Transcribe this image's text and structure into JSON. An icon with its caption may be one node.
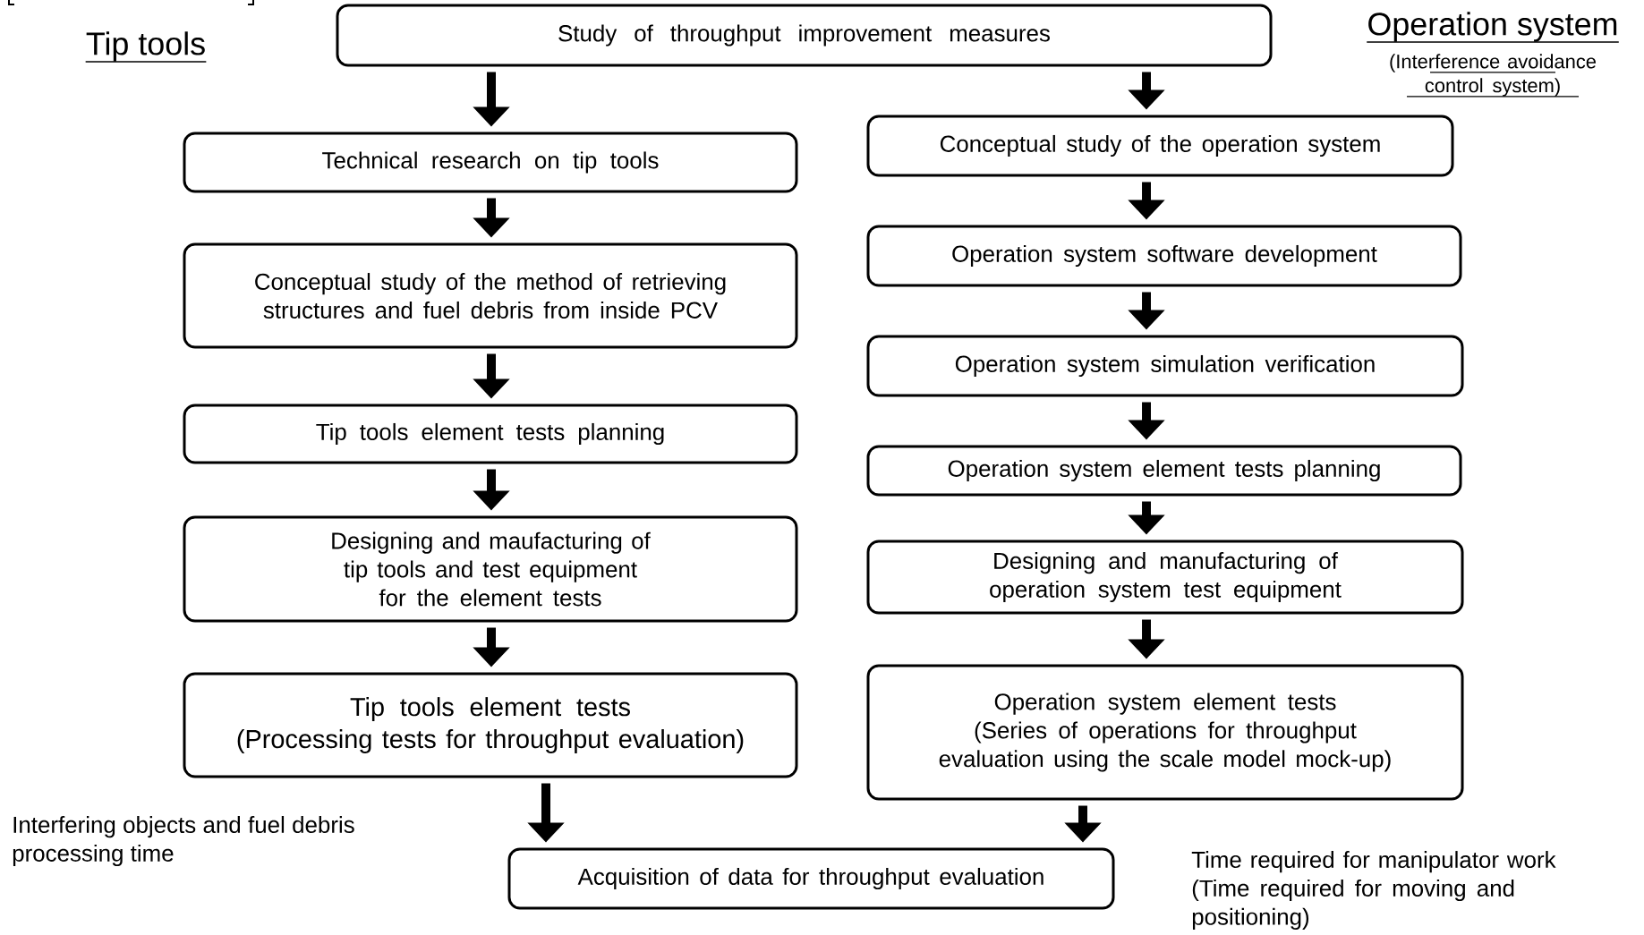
{
  "diagram": {
    "nodes": [
      {
        "text": [
          "Study of throughput improvement measures"
        ]
      },
      {
        "text": [
          "Technical research on tip tools"
        ]
      },
      {
        "text": [
          "Conceptual study of the method of retrieving structures and fuel debris from inside PCV"
        ]
      },
      {
        "text": [
          "Tip tools element tests planning"
        ]
      },
      {
        "text": [
          "Designing and maufacturing of tip tools and test equipment for the element tests"
        ]
      },
      {
        "text": [
          "Tip tools element tests",
          "(Processing tests for throughput evaluation)"
        ]
      },
      {
        "text": [
          "Conceptual study of the operation system"
        ]
      },
      {
        "text": [
          "Operation system software development"
        ]
      },
      {
        "text": [
          "Operation system simulation verification"
        ]
      },
      {
        "text": [
          "Operation system element tests planning"
        ]
      },
      {
        "text": [
          "Designing and manufacturing of operation system test equipment"
        ]
      },
      {
        "text": [
          "Operation system element tests",
          "(Series of operations for throughput evaluation using the scale model mock-up)"
        ]
      },
      {
        "text": [
          "Acquisition of data for throughput evaluation"
        ]
      }
    ],
    "edges": [
      {
        "from": 0,
        "to": 1,
        "arrow": "to"
      },
      {
        "from": 1,
        "to": 2,
        "arrow": "to"
      },
      {
        "from": 2,
        "to": 3,
        "arrow": "to"
      },
      {
        "from": 3,
        "to": 4,
        "arrow": "to"
      },
      {
        "from": 4,
        "to": 5,
        "arrow": "to"
      },
      {
        "from": 5,
        "to": 12,
        "arrow": "to"
      },
      {
        "from": 0,
        "to": 6,
        "arrow": "to"
      },
      {
        "from": 6,
        "to": 7,
        "arrow": "to"
      },
      {
        "from": 7,
        "to": 8,
        "arrow": "to"
      },
      {
        "from": 8,
        "to": 9,
        "arrow": "to"
      },
      {
        "from": 9,
        "to": 10,
        "arrow": "to"
      },
      {
        "from": 10,
        "to": 11,
        "arrow": "to"
      },
      {
        "from": 11,
        "to": 12,
        "arrow": "to"
      }
    ],
    "labels": [
      "Tip tools",
      "Operation system",
      "(Interference avoidance control system)",
      "Interfering objects and fuel debris processing time",
      "Time required for manipulator work (Time required for moving and positioning)"
    ]
  }
}
